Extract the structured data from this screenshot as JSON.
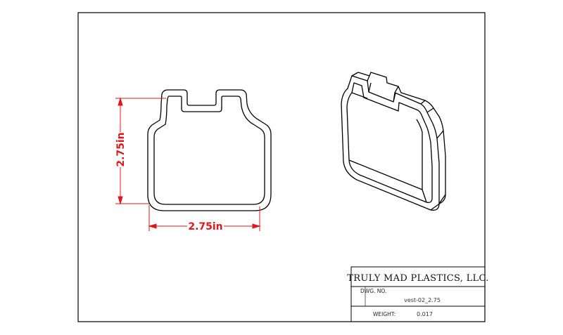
{
  "dimensions": {
    "height_label": "2.75in",
    "width_label": "2.75in",
    "color": "#e0161b"
  },
  "title_block": {
    "company": "TRULY MAD PLASTICS, LLC.",
    "dwg_no_label": "DWG. NO.",
    "dwg_no": "vest-02_2.75",
    "weight_label": "WEIGHT:",
    "weight": "0.017"
  }
}
